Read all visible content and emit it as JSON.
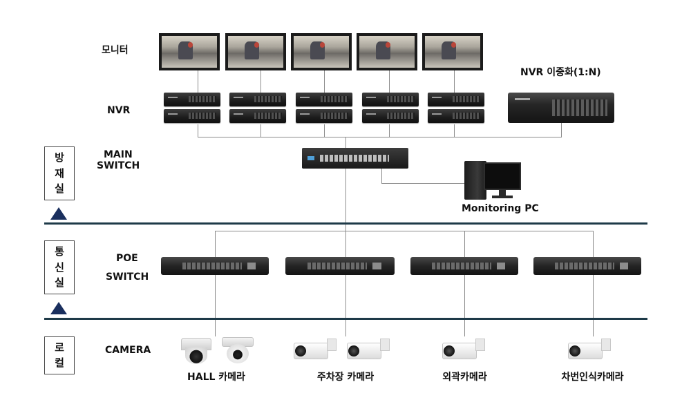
{
  "side_boxes": {
    "disaster_room": [
      "방",
      "재",
      "실"
    ],
    "telecom_room": [
      "통",
      "신",
      "실"
    ],
    "local": [
      "로",
      "컬"
    ]
  },
  "row_labels": {
    "monitor": "모니터",
    "nvr": "NVR",
    "main_switch_line1": "MAIN",
    "main_switch_line2": "SWITCH",
    "poe_switch_line1": "POE",
    "poe_switch_line2": "SWITCH",
    "camera": "CAMERA"
  },
  "device_labels": {
    "nvr_redundancy": "NVR 이중화(1:N)",
    "monitoring_pc": "Monitoring PC"
  },
  "camera_groups": [
    {
      "label": "HALL 카메라"
    },
    {
      "label": "주차장 카메라"
    },
    {
      "label": "외곽카메라"
    },
    {
      "label": "차번인식카메라"
    }
  ],
  "colors": {
    "triangle": "#1a2f5e",
    "divider": "#1e3a48",
    "wire": "#8a8a8a"
  }
}
